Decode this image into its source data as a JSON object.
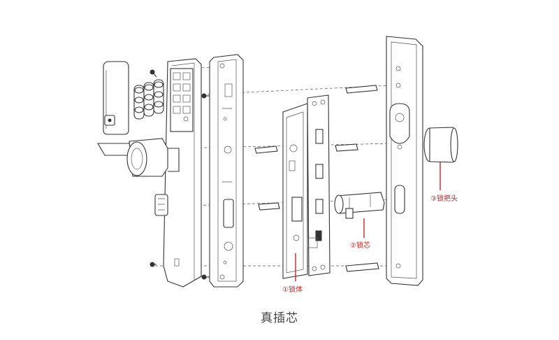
{
  "caption": "真插芯",
  "callouts": [
    {
      "id": "callout-lock-body",
      "text": "①锁体"
    },
    {
      "id": "callout-lock-cylinder",
      "text": "②锁芯"
    },
    {
      "id": "callout-handle",
      "text": "③锁把头"
    }
  ],
  "colors": {
    "line": "#333333",
    "callout": "#cc2222",
    "caption": "#444444"
  }
}
